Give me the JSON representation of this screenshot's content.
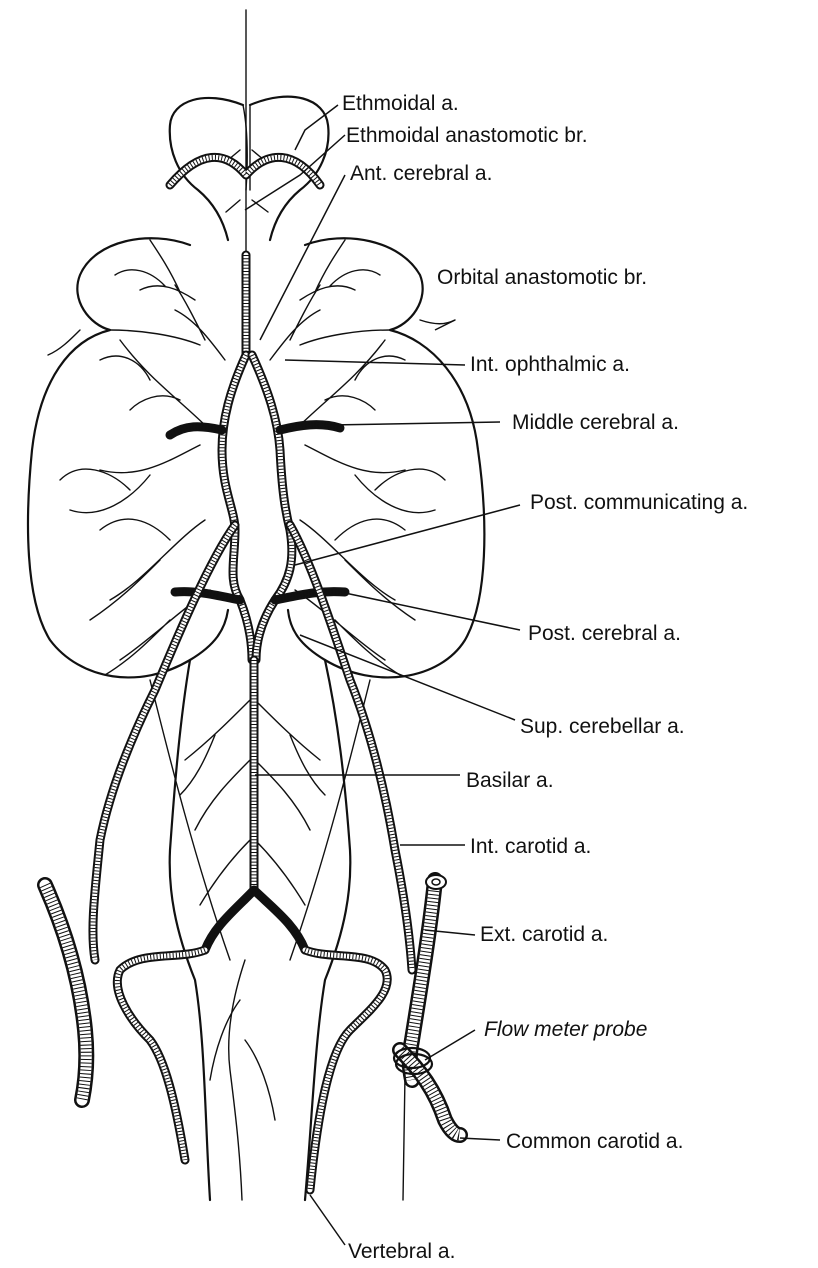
{
  "labels": {
    "ethmoidal_a": "Ethmoidal a.",
    "ethmoidal_anastomotic_br": "Ethmoidal anastomotic br.",
    "ant_cerebral_a": "Ant. cerebral a.",
    "orbital_anastomotic_br": "Orbital anastomotic br.",
    "int_ophthalmic_a": "Int. ophthalmic a.",
    "middle_cerebral_a": "Middle cerebral a.",
    "post_communicating_a": "Post. communicating a.",
    "post_cerebral_a": "Post. cerebral a.",
    "sup_cerebellar_a": "Sup. cerebellar a.",
    "basilar_a": "Basilar a.",
    "int_carotid_a": "Int. carotid a.",
    "ext_carotid_a": "Ext. carotid a.",
    "flow_meter_probe": "Flow meter probe",
    "common_carotid_a": "Common carotid a.",
    "vertebral_a": "Vertebral a."
  }
}
